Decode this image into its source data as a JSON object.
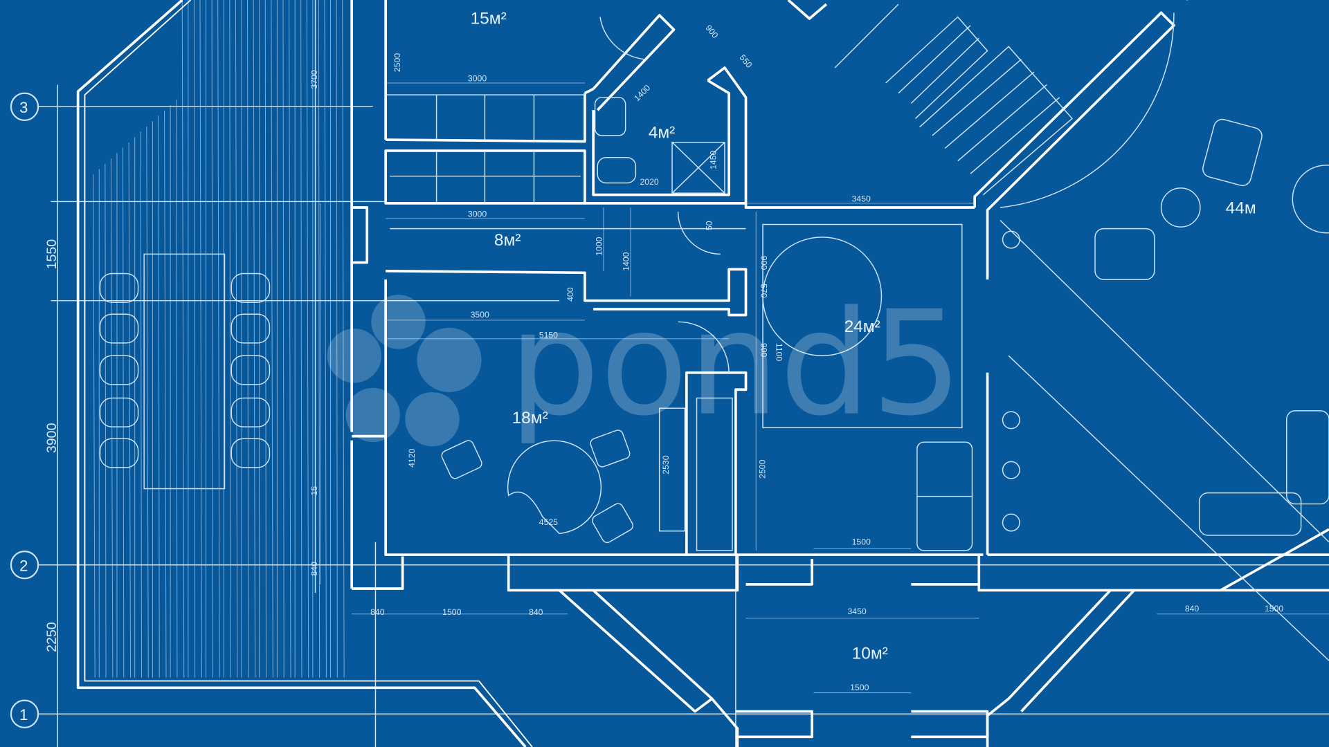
{
  "colors": {
    "background": "#07589b",
    "lines": "#ffffff"
  },
  "rooms": {
    "r15": "15м²",
    "r4": "4м²",
    "r8": "8м²",
    "r24": "24м²",
    "r18": "18м²",
    "r44": "44м",
    "r10": "10м²"
  },
  "dimensions": {
    "d3000a": "3000",
    "d3000b": "3000",
    "d2500a": "2500",
    "d3700": "3700",
    "d1400a": "1400",
    "d900a": "900",
    "d550": "550",
    "d1450": "1450",
    "d2020": "2020",
    "d50": "50",
    "d3450a": "3450",
    "d1000": "1000",
    "d1400b": "1400",
    "d400": "400",
    "d3500": "3500",
    "d5150": "5150",
    "d900b": "900",
    "d570": "570",
    "d900c": "900",
    "d1100": "1100",
    "d4120": "4120",
    "d2530": "2530",
    "d2500b": "2500",
    "d4525": "4525",
    "d15": "15",
    "d840a": "840",
    "d840b": "840",
    "d1500a": "1500",
    "d840c": "840",
    "d1500b": "1500",
    "d3450b": "3450",
    "d1500c": "1500",
    "d840d": "840",
    "d1500d": "1500",
    "d1550": "1550",
    "d3900": "3900",
    "d2250": "2250"
  },
  "axes": {
    "a3": "3",
    "a2": "2",
    "a1": "1"
  },
  "watermark": "pond5"
}
